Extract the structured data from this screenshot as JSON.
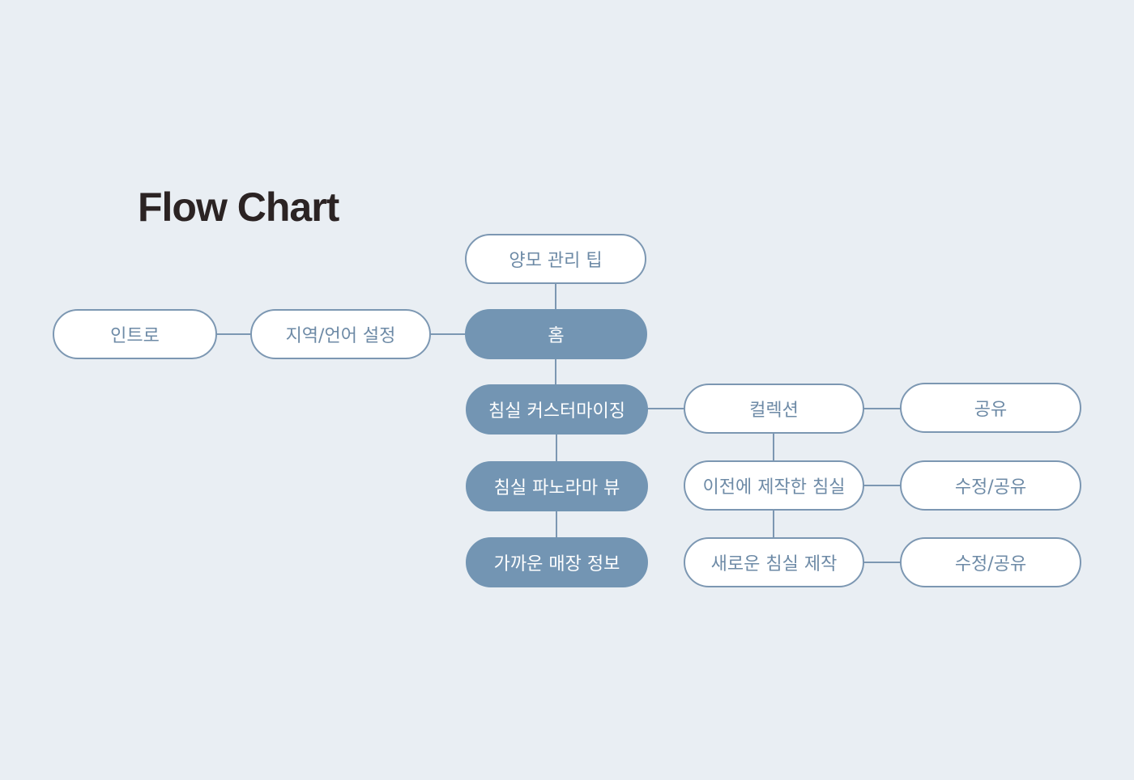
{
  "title": "Flow Chart",
  "colors": {
    "background": "#e9eef3",
    "accent_fill": "#7395b3",
    "node_border": "#7c97b2",
    "node_text": "#6d8aa6",
    "title_text": "#2b2323"
  },
  "nodes": {
    "intro": "인트로",
    "region_language": "지역/언어 설정",
    "hair_care_tips": "양모 관리 팁",
    "home": "홈",
    "bedroom_customizing": "침실 커스터마이징",
    "bedroom_panorama": "침실 파노라마 뷰",
    "nearby_stores": "가까운 매장 정보",
    "collection": "컬렉션",
    "previous_bedrooms": "이전에 제작한 침실",
    "new_bedroom": "새로운 침실 제작",
    "share": "공유",
    "edit_share_1": "수정/공유",
    "edit_share_2": "수정/공유"
  }
}
